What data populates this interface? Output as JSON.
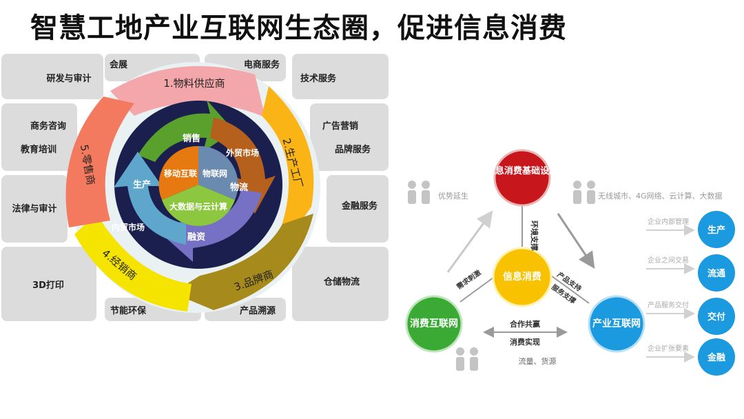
{
  "title": "智慧工地产业互联网生态圈，促进信息消费",
  "left": {
    "boxes": [
      "研发与审计",
      "会展",
      "电商服务",
      "技术服务",
      "商务咨询",
      "教育培训",
      "广告营销",
      "品牌服务",
      "法律与审计",
      "金融服务",
      "3D打印",
      "节能环保",
      "产品溯源",
      "仓储物流"
    ],
    "ring": [
      "1.物料供应商",
      "2.生产工厂",
      "3.品牌商",
      "4.经销商",
      "5.零售商"
    ],
    "inner_arrows": [
      "销售",
      "外贸市场",
      "物流",
      "融资",
      "内贸市场",
      "生产"
    ],
    "core": [
      "移动互联",
      "物联网",
      "大数据与云计算"
    ]
  },
  "right": {
    "nodes": {
      "top": "信息消费基础设施",
      "center": "信息消费",
      "left": "消费互联网",
      "right": "产业互联网"
    },
    "labels": {
      "env_support": "环境支撑",
      "advantage": "优势延生",
      "infra": "无线城市、4G网络、云计算、大数据",
      "left_support": "需求刺激",
      "right_support": "产品支持",
      "right_support2": "服务支撑",
      "coop": "合作共赢",
      "consume": "消费实现",
      "flow": "流量、货源"
    },
    "side_items": [
      {
        "label": "企业内部管理",
        "circle": "生产"
      },
      {
        "label": "企业之间交易",
        "circle": "流通"
      },
      {
        "label": "产品服务交付",
        "circle": "交付"
      },
      {
        "label": "企业扩张要素",
        "circle": "金融"
      }
    ]
  },
  "colors": {
    "box_bg": "#dcdcdc",
    "pink": "#f4a7ab",
    "orange_ring": "#fbb416",
    "olive": "#a68a1c",
    "yellow": "#f5e400",
    "salmon": "#f47a5f",
    "navy": "#1b1f4e",
    "red_node": "#c8161d",
    "yellow_node": "#f9c200",
    "green_node": "#3aaa35",
    "blue_node": "#1b9ae0"
  }
}
